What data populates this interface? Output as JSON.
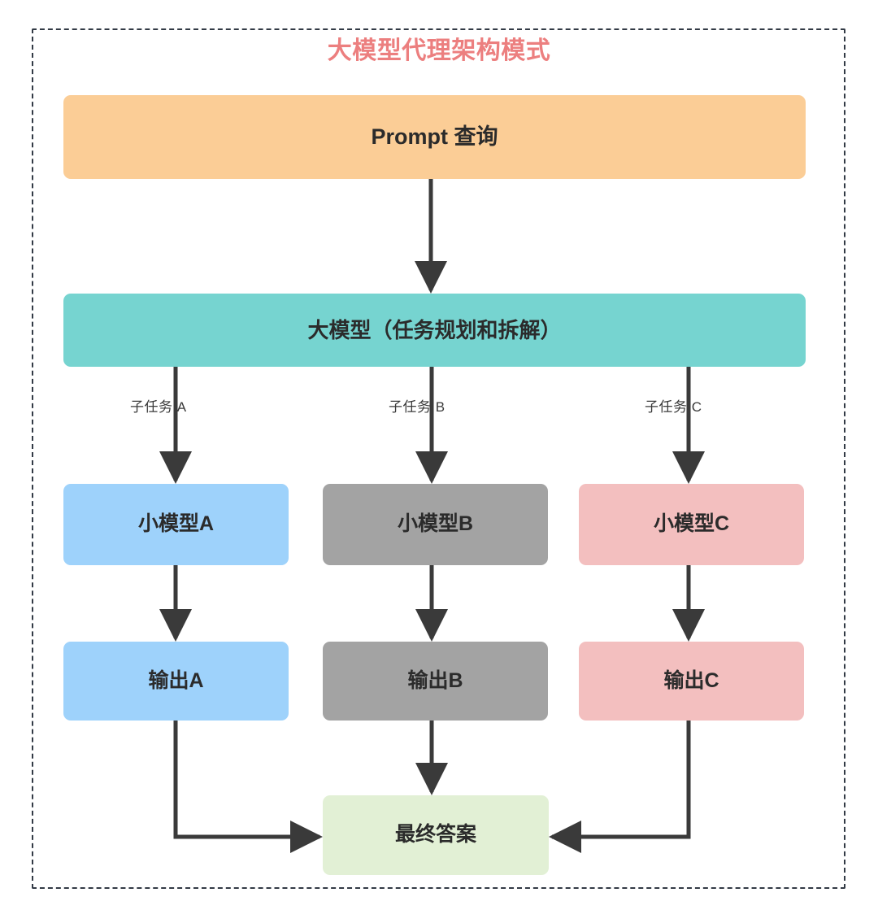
{
  "diagram": {
    "title": "大模型代理架构模式",
    "title_color": "#ec7f7f",
    "frame_style": "dashed",
    "frame_color": "#323a45",
    "background": "#ffffff"
  },
  "nodes": {
    "prompt": {
      "label": "Prompt 查询",
      "color": "#fbcd96"
    },
    "llm": {
      "label": "大模型（任务规划和拆解）",
      "color": "#76d4d0"
    },
    "small_a": {
      "label": "小模型A",
      "color": "#9ed2fb"
    },
    "small_b": {
      "label": "小模型B",
      "color": "#a3a3a3"
    },
    "small_c": {
      "label": "小模型C",
      "color": "#f3bfbf"
    },
    "out_a": {
      "label": "输出A",
      "color": "#9ed2fb"
    },
    "out_b": {
      "label": "输出B",
      "color": "#a3a3a3"
    },
    "out_c": {
      "label": "输出C",
      "color": "#f3bfbf"
    },
    "final": {
      "label": "最终答案",
      "color": "#e2f0d5"
    }
  },
  "edges": {
    "subtask_a_label": "子任务 A",
    "subtask_b_label": "子任务 B",
    "subtask_c_label": "子任务 C",
    "arrow_color": "#3a3a3a"
  },
  "chart_data": {
    "type": "diagram",
    "title": "大模型代理架构模式",
    "layers": [
      {
        "level": 1,
        "nodes": [
          "Prompt 查询"
        ]
      },
      {
        "level": 2,
        "nodes": [
          "大模型（任务规划和拆解）"
        ]
      },
      {
        "level": 3,
        "nodes": [
          "小模型A",
          "小模型B",
          "小模型C"
        ]
      },
      {
        "level": 4,
        "nodes": [
          "输出A",
          "输出B",
          "输出C"
        ]
      },
      {
        "level": 5,
        "nodes": [
          "最终答案"
        ]
      }
    ],
    "connections": [
      {
        "from": "Prompt 查询",
        "to": "大模型（任务规划和拆解）",
        "label": ""
      },
      {
        "from": "大模型（任务规划和拆解）",
        "to": "小模型A",
        "label": "子任务 A"
      },
      {
        "from": "大模型（任务规划和拆解）",
        "to": "小模型B",
        "label": "子任务 B"
      },
      {
        "from": "大模型（任务规划和拆解）",
        "to": "小模型C",
        "label": "子任务 C"
      },
      {
        "from": "小模型A",
        "to": "输出A",
        "label": ""
      },
      {
        "from": "小模型B",
        "to": "输出B",
        "label": ""
      },
      {
        "from": "小模型C",
        "to": "输出C",
        "label": ""
      },
      {
        "from": "输出A",
        "to": "最终答案",
        "label": ""
      },
      {
        "from": "输出B",
        "to": "最终答案",
        "label": ""
      },
      {
        "from": "输出C",
        "to": "最终答案",
        "label": ""
      }
    ]
  }
}
